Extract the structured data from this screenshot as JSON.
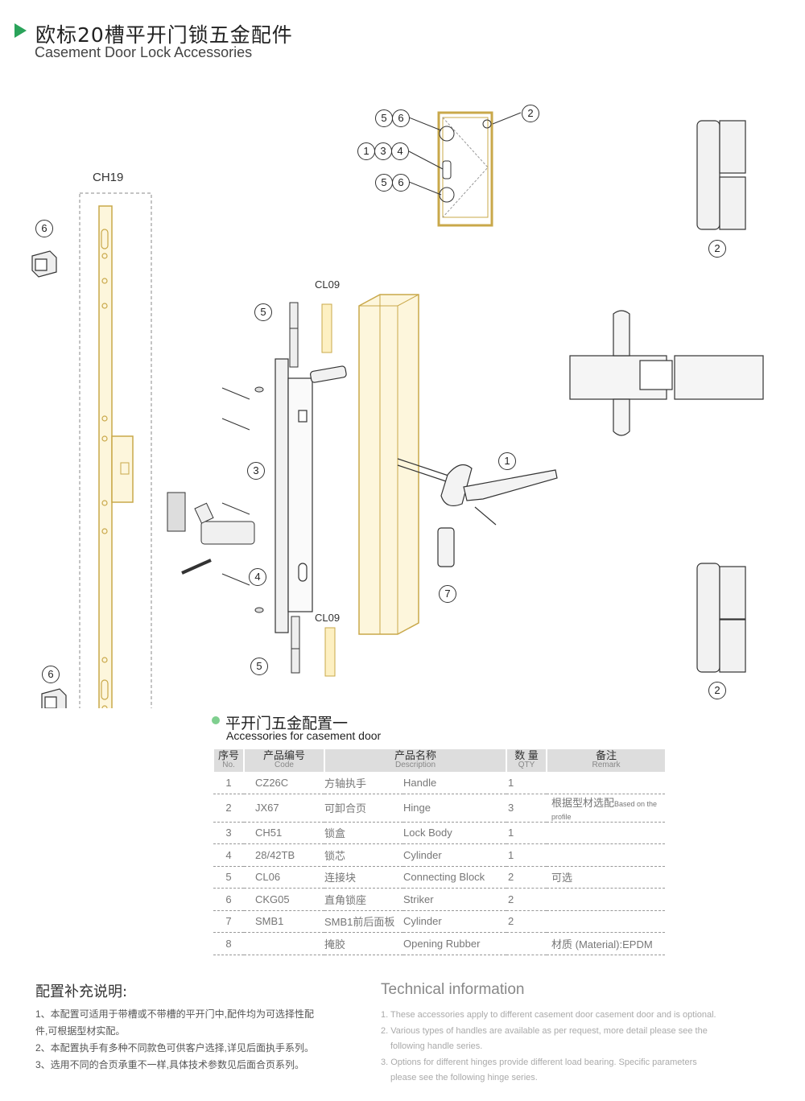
{
  "header": {
    "title_zh": "欧标20槽平开门锁五金配件",
    "title_en": "Casement Door Lock Accessories"
  },
  "diagram": {
    "labels": {
      "ch19": "CH19",
      "cl09_top": "CL09",
      "cl09_bottom": "CL09"
    },
    "callouts": {
      "c6a": "6",
      "c6b": "6",
      "c5a": "5",
      "c3": "3",
      "c4": "4",
      "c5b": "5",
      "c1": "1",
      "c7": "7",
      "c2a": "2",
      "c2b": "2",
      "e5a": "5",
      "e6a": "6",
      "e1": "1",
      "e3": "3",
      "e4": "4",
      "e5b": "5",
      "e6b": "6",
      "e2": "2"
    }
  },
  "section": {
    "title_zh": "平开门五金配置一",
    "title_en": "Accessories for casement door"
  },
  "table": {
    "headers": [
      {
        "zh": "序号",
        "en": "No."
      },
      {
        "zh": "产品编号",
        "en": "Code"
      },
      {
        "zh": "产品名称",
        "en": "Description"
      },
      {
        "zh": "数 量",
        "en": "QTY"
      },
      {
        "zh": "备注",
        "en": "Remark"
      }
    ],
    "rows": [
      {
        "no": "1",
        "code": "CZ26C",
        "name_zh": "方轴执手",
        "name_en": "Handle",
        "qty": "1",
        "remark": "",
        "remark_en": ""
      },
      {
        "no": "2",
        "code": "JX67",
        "name_zh": "可卸合页",
        "name_en": "Hinge",
        "qty": "3",
        "remark": "根据型材选配",
        "remark_en": "Based on the profile"
      },
      {
        "no": "3",
        "code": "CH51",
        "name_zh": "锁盒",
        "name_en": "Lock Body",
        "qty": "1",
        "remark": "",
        "remark_en": ""
      },
      {
        "no": "4",
        "code": "28/42TB",
        "name_zh": "锁芯",
        "name_en": "Cylinder",
        "qty": "1",
        "remark": "",
        "remark_en": ""
      },
      {
        "no": "5",
        "code": "CL06",
        "name_zh": "连接块",
        "name_en": "Connecting Block",
        "qty": "2",
        "remark": "可选",
        "remark_en": ""
      },
      {
        "no": "6",
        "code": "CKG05",
        "name_zh": "直角锁座",
        "name_en": "Striker",
        "qty": "2",
        "remark": "",
        "remark_en": ""
      },
      {
        "no": "7",
        "code": "SMB1",
        "name_zh": "SMB1前后面板",
        "name_en": "Cylinder",
        "qty": "2",
        "remark": "",
        "remark_en": ""
      },
      {
        "no": "8",
        "code": "",
        "name_zh": "掩胶",
        "name_en": "Opening Rubber",
        "qty": "",
        "remark": "材质 (Material):EPDM",
        "remark_en": ""
      }
    ]
  },
  "notes": {
    "title_zh": "配置补充说明:",
    "title_en": "Technical information",
    "zh": [
      "1、本配置可适用于带槽或不带槽的平开门中,配件均为可选择性配",
      "件,可根据型材实配。",
      "2、本配置执手有多种不同款色可供客户选择,详见后面执手系列。",
      "3、选用不同的合页承重不一样,具体技术参数见后面合页系列。"
    ],
    "en": [
      "1. These accessories apply to different casement door casement door and is optional.",
      "2. Various types of handles are available as per request, more detail please see the",
      "following handle series.",
      "3. Options for different hinges provide different load bearing. Specific parameters",
      "please see the following hinge series."
    ]
  }
}
